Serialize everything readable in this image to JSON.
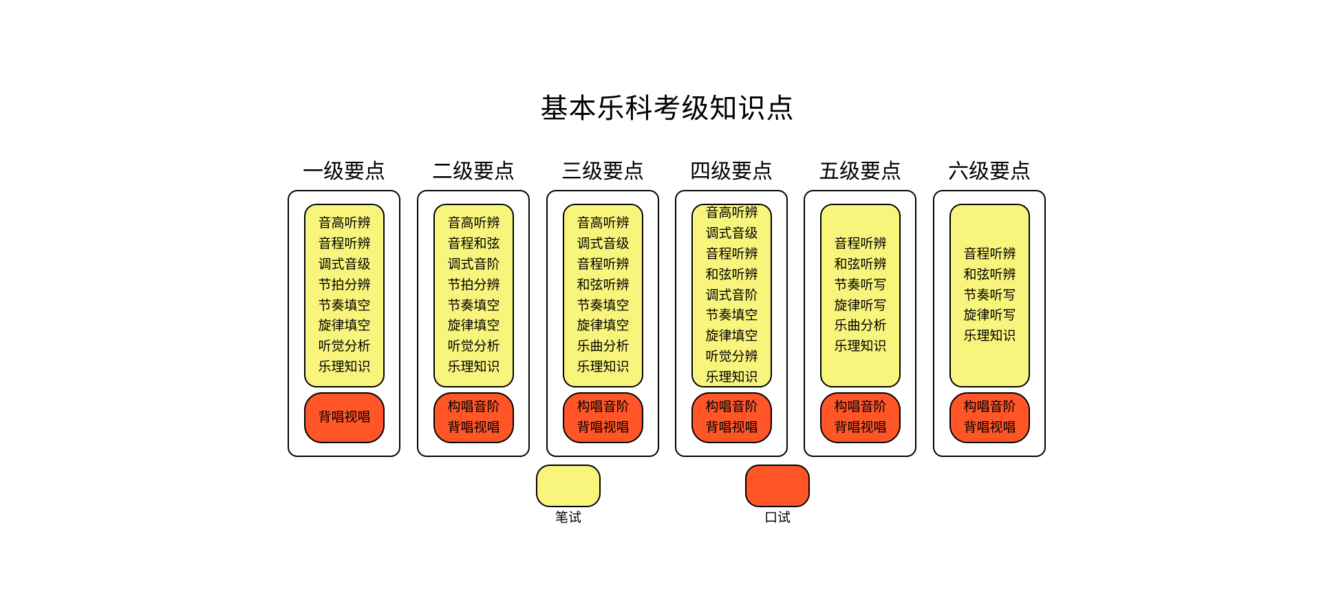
{
  "title": "基本乐科考级知识点",
  "colors": {
    "written": "#f8f57d",
    "oral": "#ff5527",
    "border": "#000000"
  },
  "levels": [
    {
      "heading": "一级要点",
      "written_items": [
        "音高听辨",
        "音程听辨",
        "调式音级",
        "节拍分辨",
        "节奏填空",
        "旋律填空",
        "听觉分析",
        "乐理知识"
      ],
      "oral_items": [
        "背唱视唱"
      ]
    },
    {
      "heading": "二级要点",
      "written_items": [
        "音高听辨",
        "音程和弦",
        "调式音阶",
        "节拍分辨",
        "节奏填空",
        "旋律填空",
        "听觉分析",
        "乐理知识"
      ],
      "oral_items": [
        "构唱音阶",
        "背唱视唱"
      ]
    },
    {
      "heading": "三级要点",
      "written_items": [
        "音高听辨",
        "调式音级",
        "音程听辨",
        "和弦听辨",
        "节奏填空",
        "旋律填空",
        "乐曲分析",
        "乐理知识"
      ],
      "oral_items": [
        "构唱音阶",
        "背唱视唱"
      ]
    },
    {
      "heading": "四级要点",
      "written_items": [
        "音高听辨",
        "调式音级",
        "音程听辨",
        "和弦听辨",
        "调式音阶",
        "节奏填空",
        "旋律填空",
        "听觉分辨",
        "乐理知识"
      ],
      "oral_items": [
        "构唱音阶",
        "背唱视唱"
      ]
    },
    {
      "heading": "五级要点",
      "written_items": [
        "音程听辨",
        "和弦听辨",
        "节奏听写",
        "旋律听写",
        "乐曲分析",
        "乐理知识"
      ],
      "oral_items": [
        "构唱音阶",
        "背唱视唱"
      ]
    },
    {
      "heading": "六级要点",
      "written_items": [
        "音程听辨",
        "和弦听辨",
        "节奏听写",
        "旋律听写",
        "乐理知识"
      ],
      "oral_items": [
        "构唱音阶",
        "背唱视唱"
      ]
    }
  ],
  "legend": {
    "written_label": "笔试",
    "oral_label": "口试"
  }
}
